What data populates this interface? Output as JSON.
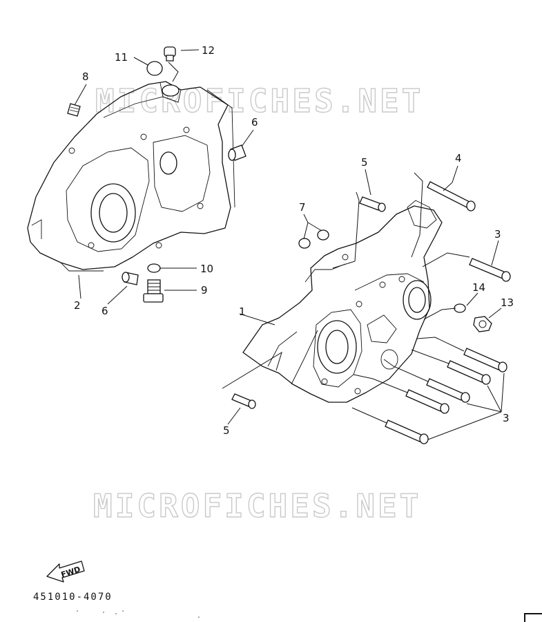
{
  "watermark": {
    "text": "MICROFICHES.NET"
  },
  "drawing_number": "451010-4070",
  "fwd_label": "FWD",
  "callouts": [
    {
      "id": "callout-1",
      "label": "1"
    },
    {
      "id": "callout-2",
      "label": "2"
    },
    {
      "id": "callout-3-upper",
      "label": "3"
    },
    {
      "id": "callout-3-lower",
      "label": "3"
    },
    {
      "id": "callout-4",
      "label": "4"
    },
    {
      "id": "callout-5-upper",
      "label": "5"
    },
    {
      "id": "callout-5-lower",
      "label": "5"
    },
    {
      "id": "callout-6-right",
      "label": "6"
    },
    {
      "id": "callout-6-left",
      "label": "6"
    },
    {
      "id": "callout-7",
      "label": "7"
    },
    {
      "id": "callout-8",
      "label": "8"
    },
    {
      "id": "callout-9",
      "label": "9"
    },
    {
      "id": "callout-10",
      "label": "10"
    },
    {
      "id": "callout-11",
      "label": "11"
    },
    {
      "id": "callout-12",
      "label": "12"
    },
    {
      "id": "callout-13",
      "label": "13"
    },
    {
      "id": "callout-14",
      "label": "14"
    }
  ]
}
